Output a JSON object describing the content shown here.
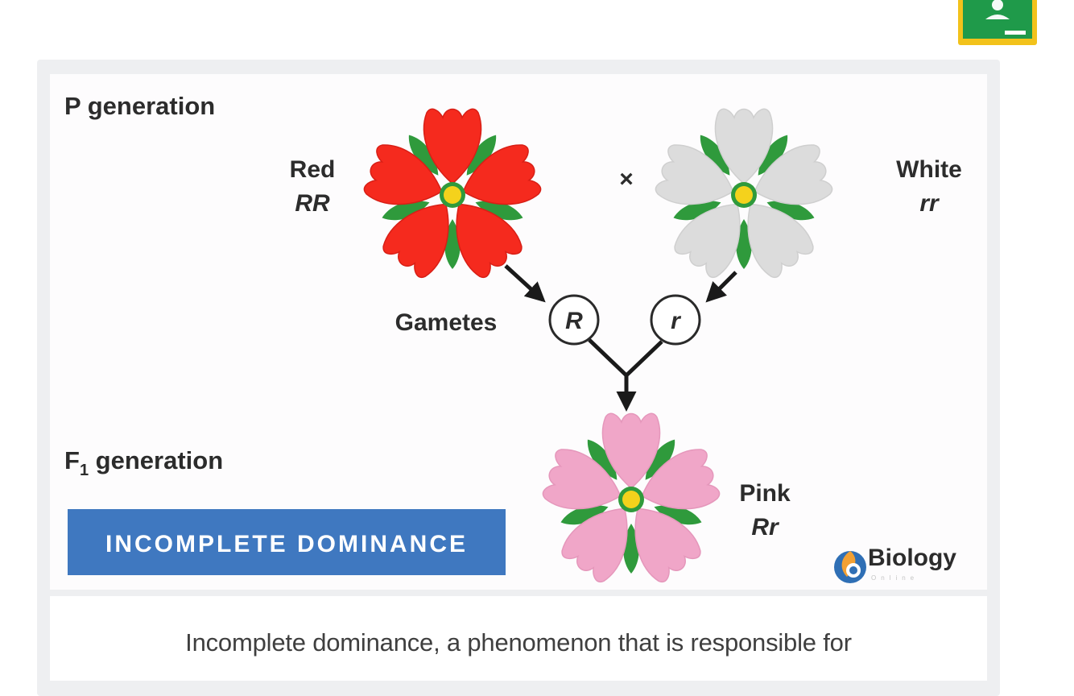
{
  "figure": {
    "p_generation": "P generation",
    "red_label": "Red",
    "red_genotype": "RR",
    "cross_symbol": "×",
    "white_label": "White",
    "white_genotype": "rr",
    "gametes_label": "Gametes",
    "gamete_R": "R",
    "gamete_r": "r",
    "f1_prefix": "F",
    "f1_subscript": "1",
    "f1_suffix": " generation",
    "pink_label": "Pink",
    "pink_genotype": "Rr",
    "banner": "INCOMPLETE DOMINANCE",
    "logo_text": "Biology",
    "logo_subtext": "Online"
  },
  "caption": {
    "line1": "Incomplete dominance, a phenomenon that is responsible for"
  },
  "colors": {
    "red_petal": "#f52a1e",
    "white_petal": "#dcdcdc",
    "pink_petal": "#f0a6c8",
    "leaf": "#2f9a3c",
    "center": "#f4d21c",
    "banner_bg": "#3f78c0",
    "classroom_green": "#1f9a4a",
    "classroom_border": "#f2c21b"
  },
  "icons": {
    "top_right": "google-classroom-icon"
  }
}
